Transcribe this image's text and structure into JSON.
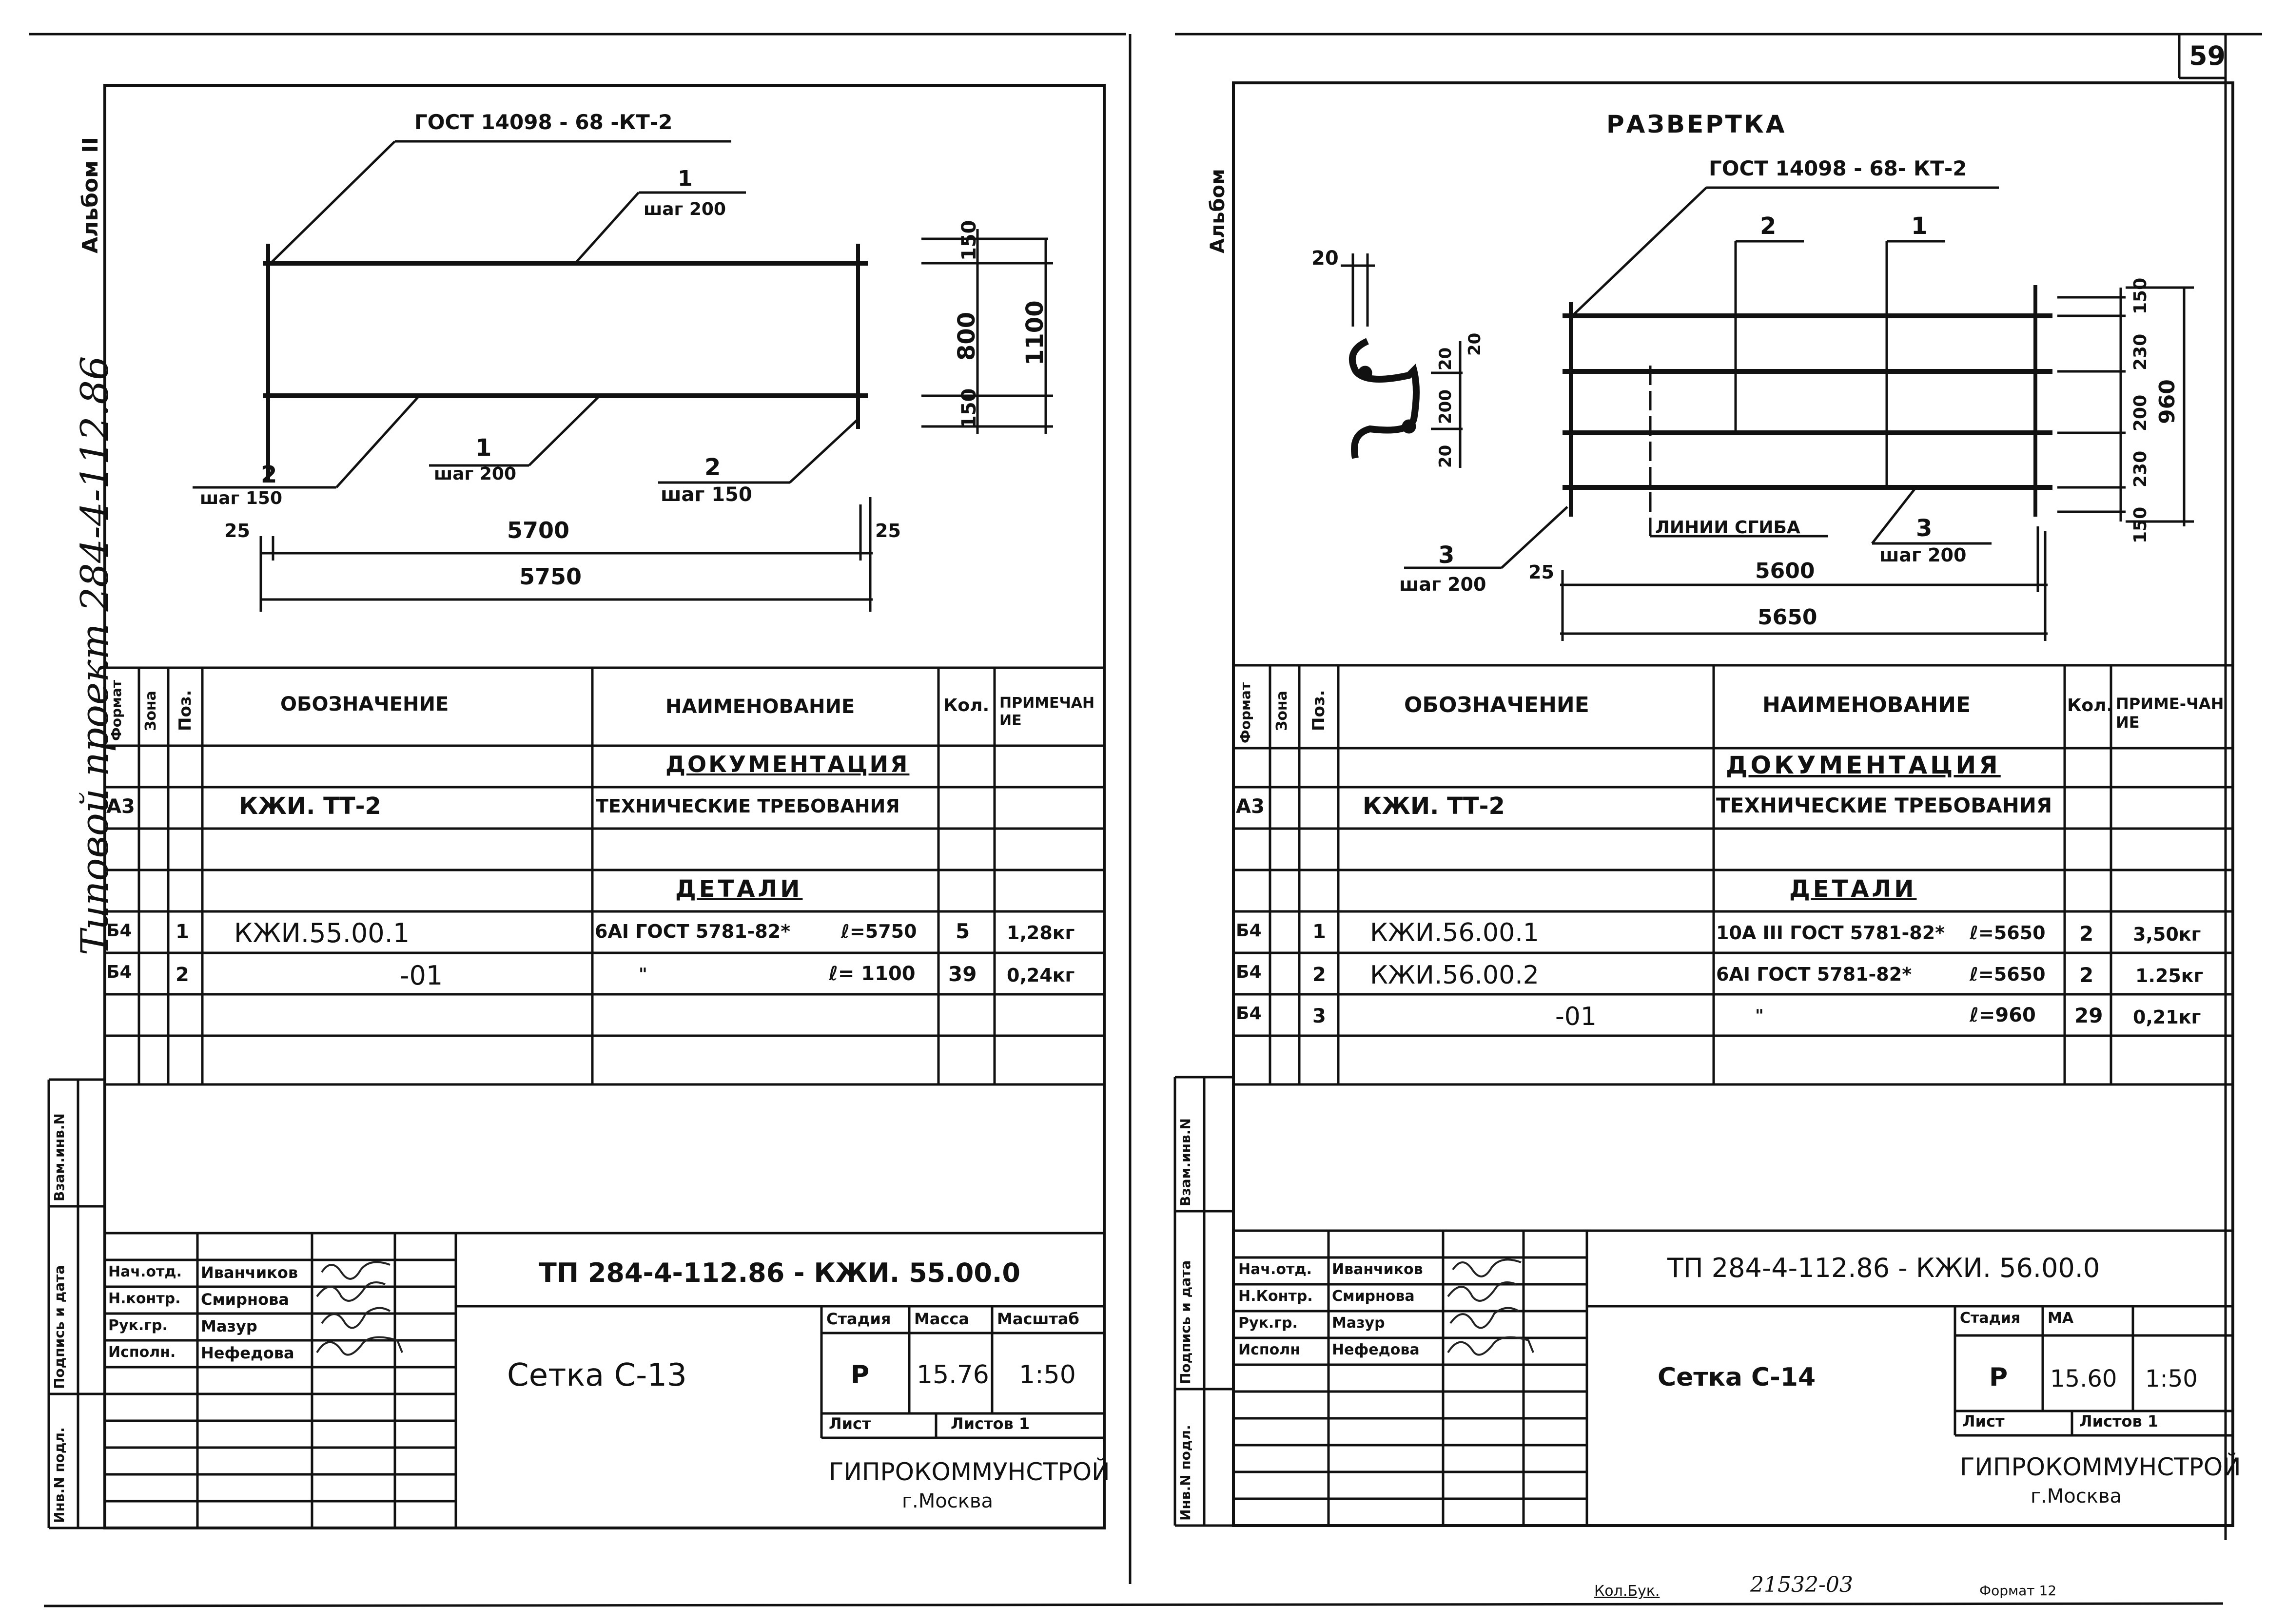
{
  "page": {
    "number": "59",
    "bottom_code": "21532-03",
    "bottom_left": "Кол.Бук.",
    "bottom_right": "Формат 12"
  },
  "side_labels": {
    "album": "Альбом II",
    "project": "Типовой проект 284-4-112.86",
    "album_right": "Альбом"
  },
  "stamp_side": {
    "vzam": "Взам.инв.N",
    "podpis": "Подпись и дата",
    "inv": "Инв.N подл."
  },
  "left": {
    "drawing": {
      "gost": "ГОСТ 14098 - 68 -КТ-2",
      "pos1_top": "1",
      "step200_top": "шаг 200",
      "pos2_left": "2",
      "step150_left": "шаг 150",
      "pos1_bottom": "1",
      "step200_bottom": "шаг 200",
      "pos2_right": "2",
      "step150_right": "шаг 150",
      "dim_150_top": "150",
      "dim_800": "800",
      "dim_150_bottom": "150",
      "dim_1100": "1100",
      "dim_25_left": "25",
      "dim_5700": "5700",
      "dim_25_right": "25",
      "dim_5750": "5750"
    },
    "table": {
      "headers": {
        "format": "Формат",
        "zone": "Зона",
        "pos": "Поз.",
        "designation": "ОБОЗНАЧЕНИЕ",
        "name": "НАИМЕНОВАНИЕ",
        "qty": "Кол.",
        "note": "ПРИМЕЧАНИЕ"
      },
      "section_docs": "ДОКУМЕНТАЦИЯ",
      "doc_row": {
        "format": "А3",
        "designation": "КЖИ. ТТ-2",
        "name": "ТЕХНИЧЕСКИЕ ТРЕБОВАНИЯ"
      },
      "section_parts": "ДЕТАЛИ",
      "rows": [
        {
          "format": "Б4",
          "pos": "1",
          "designation": "КЖИ.55.00.1",
          "name": "6АI ГОСТ 5781-82*",
          "length": "ℓ=5750",
          "qty": "5",
          "note": "1,28кг"
        },
        {
          "format": "Б4",
          "pos": "2",
          "designation": "-01",
          "name": "\"",
          "length": "ℓ= 1100",
          "qty": "39",
          "note": "0,24кг"
        }
      ]
    },
    "titleblock": {
      "roles": [
        "Нач.отд.",
        "Н.контр.",
        "Рук.гр.",
        "Исполн."
      ],
      "names": [
        "Иванчиков",
        "Смирнова",
        "Мазур",
        "Нефедова"
      ],
      "code": "ТП 284-4-112.86 - КЖИ. 55.00.0",
      "title": "Сетка С-13",
      "stage_h": "Стадия",
      "mass_h": "Масса",
      "scale_h": "Масштаб",
      "stage": "Р",
      "mass": "15.76",
      "scale": "1:50",
      "sheet": "Лист",
      "sheets": "Листов 1",
      "org": "ГИПРОКОММУНСТРОЙ",
      "city": "г.Москва"
    }
  },
  "right": {
    "drawing": {
      "razvertka": "РАЗВЕРТКА",
      "gost": "ГОСТ 14098 - 68- КТ-2",
      "pos2": "2",
      "pos1": "1",
      "dim_20_top": "20",
      "dim_20_left": "20",
      "dim_200": "200",
      "dim_20_b": "20",
      "dim_20_c": "20",
      "dims_right": [
        "150",
        "230",
        "200",
        "230",
        "150"
      ],
      "dim_960": "960",
      "fold": "ЛИНИИ СГИБА",
      "pos3_left": "3",
      "step200_left": "шаг 200",
      "pos3_right": "3",
      "step200_right": "шаг 200",
      "dim_25": "25",
      "dim_5600": "5600",
      "dim_5650": "5650"
    },
    "table": {
      "headers": {
        "format": "Формат",
        "zone": "Зона",
        "pos": "Поз.",
        "designation": "ОБОЗНАЧЕНИЕ",
        "name": "НАИМЕНОВАНИЕ",
        "qty": "Кол.",
        "note": "ПРИМЕ-ЧАНИЕ"
      },
      "section_docs": "ДОКУМЕНТАЦИЯ",
      "doc_row": {
        "format": "А3",
        "designation": "КЖИ. ТТ-2",
        "name": "ТЕХНИЧЕСКИЕ ТРЕБОВАНИЯ"
      },
      "section_parts": "ДЕТАЛИ",
      "rows": [
        {
          "format": "Б4",
          "pos": "1",
          "designation": "КЖИ.56.00.1",
          "name": "10А III ГОСТ 5781-82*",
          "length": "ℓ=5650",
          "qty": "2",
          "note": "3,50кг"
        },
        {
          "format": "Б4",
          "pos": "2",
          "designation": "КЖИ.56.00.2",
          "name": "6АI ГОСТ 5781-82*",
          "length": "ℓ=5650",
          "qty": "2",
          "note": "1.25кг"
        },
        {
          "format": "Б4",
          "pos": "3",
          "designation": "-01",
          "name": "\"",
          "length": "ℓ=960",
          "qty": "29",
          "note": "0,21кг"
        }
      ]
    },
    "titleblock": {
      "roles": [
        "Нач.отд.",
        "Н.Контр.",
        "Рук.гр.",
        "Исполн"
      ],
      "names": [
        "Иванчиков",
        "Смирнова",
        "Мазур",
        "Нефедова"
      ],
      "code": "ТП 284-4-112.86 - КЖИ. 56.00.0",
      "title": "Сетка С-14",
      "stage_h": "Стадия",
      "mass_h": "МА",
      "stage": "Р",
      "mass": "15.60",
      "scale": "1:50",
      "sheet": "Лист",
      "sheets": "Листов 1",
      "org": "ГИПРОКОММУНСТРОЙ",
      "city": "г.Москва"
    }
  }
}
